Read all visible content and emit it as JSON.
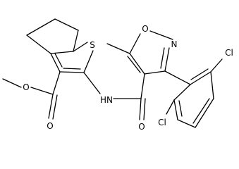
{
  "atom_labels": {
    "s": "S",
    "nh": "HN",
    "n": "N",
    "o_ring": "O",
    "o_ester_carbonyl": "O",
    "o_ester_ether": "O",
    "o_amide": "O",
    "cl_top": "Cl",
    "cl_bottom": "Cl"
  }
}
